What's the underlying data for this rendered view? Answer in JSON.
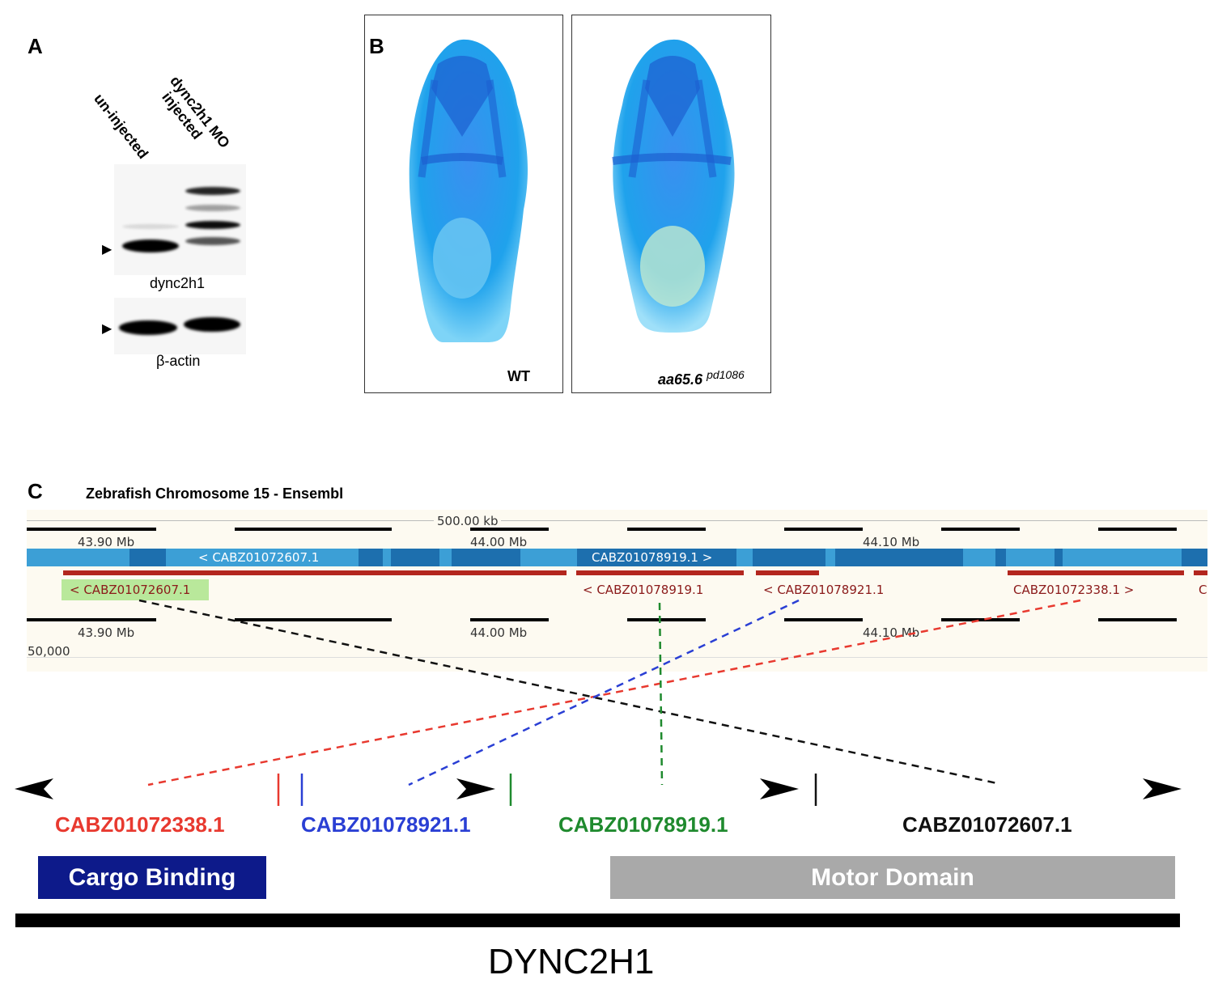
{
  "panelA": {
    "letter": "A",
    "lane1": "un-injected",
    "lane2_line1": "dync2h1 MO",
    "lane2_line2": "injected",
    "gel1_caption": "dync2h1",
    "gel2_caption": "β-actin",
    "arrow": "▶"
  },
  "panelB": {
    "letter": "B",
    "left_caption": "WT",
    "right_caption": "aa65.6",
    "right_superscript": "pd1086"
  },
  "panelC": {
    "letter": "C",
    "title": "Zebrafish Chromosome 15 - Ensembl",
    "scale_label": "500.00 kb",
    "mb_ticks": [
      "43.90 Mb",
      "44.00 Mb",
      "44.10 Mb"
    ],
    "bottom_value": "50,000",
    "contig_blue_1": "< CABZ01072607.1",
    "contig_blue_2": "CABZ01078919.1 >",
    "clone_red_1": "< CABZ01072607.1",
    "clone_red_2": "< CABZ01078919.1",
    "clone_red_3": "< CABZ01078921.1",
    "clone_red_4": "CABZ01072338.1 >",
    "clone_red_5": "C"
  },
  "gene_map": {
    "clones": [
      {
        "label": "CABZ01072338.1",
        "color": "#e8392f"
      },
      {
        "label": "CABZ01078921.1",
        "color": "#2a3fd4"
      },
      {
        "label": "CABZ01078919.1",
        "color": "#1f8a2e"
      },
      {
        "label": "CABZ01072607.1",
        "color": "#111111"
      }
    ],
    "cargo_domain": "Cargo Binding",
    "motor_domain": "Motor Domain",
    "gene_name": "DYNC2H1"
  }
}
